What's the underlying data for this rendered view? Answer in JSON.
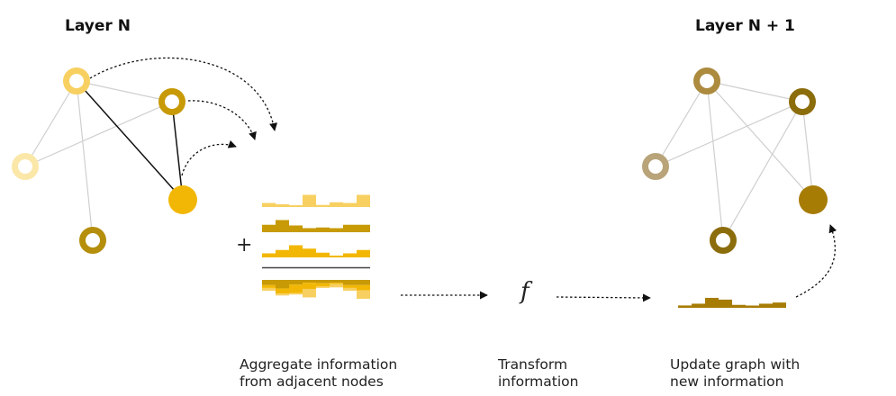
{
  "colors": {
    "light_yellow": "#FBE7A8",
    "pale_yellow": "#F7D061",
    "gold": "#F2B705",
    "dark_gold": "#C79A06",
    "mustard": "#B58E0B",
    "olive_tan": "#B9A47A",
    "khaki": "#AC8A3E",
    "olive_brown": "#8C6D0C",
    "bronze": "#A77C05",
    "edge_gray": "#CFCFCF",
    "edge_black": "#111111",
    "divider": "#444444"
  },
  "layer_n": {
    "title": "Layer N",
    "nodes": [
      {
        "id": "n1",
        "style": "ring",
        "color": "pale_yellow"
      },
      {
        "id": "n2",
        "style": "ring",
        "color": "dark_gold"
      },
      {
        "id": "n3",
        "style": "ring",
        "color": "light_yellow"
      },
      {
        "id": "n4",
        "style": "filled",
        "color": "gold"
      },
      {
        "id": "n5",
        "style": "ring",
        "color": "mustard"
      }
    ],
    "edges": [
      {
        "from": "n1",
        "to": "n2",
        "kind": "gray"
      },
      {
        "from": "n1",
        "to": "n3",
        "kind": "gray"
      },
      {
        "from": "n1",
        "to": "n5",
        "kind": "gray"
      },
      {
        "from": "n2",
        "to": "n3",
        "kind": "gray"
      },
      {
        "from": "n1",
        "to": "n4",
        "kind": "black"
      },
      {
        "from": "n2",
        "to": "n4",
        "kind": "black"
      }
    ]
  },
  "layer_n1": {
    "title": "Layer N + 1",
    "nodes": [
      {
        "id": "m1",
        "style": "ring",
        "color": "khaki"
      },
      {
        "id": "m2",
        "style": "ring",
        "color": "olive_brown"
      },
      {
        "id": "m3",
        "style": "ring",
        "color": "olive_tan"
      },
      {
        "id": "m4",
        "style": "filled",
        "color": "bronze"
      },
      {
        "id": "m5",
        "style": "ring",
        "color": "olive_brown"
      }
    ],
    "edges": [
      {
        "from": "m1",
        "to": "m2",
        "kind": "gray"
      },
      {
        "from": "m1",
        "to": "m3",
        "kind": "gray"
      },
      {
        "from": "m1",
        "to": "m4",
        "kind": "gray"
      },
      {
        "from": "m1",
        "to": "m5",
        "kind": "gray"
      },
      {
        "from": "m2",
        "to": "m3",
        "kind": "gray"
      },
      {
        "from": "m2",
        "to": "m4",
        "kind": "gray"
      },
      {
        "from": "m2",
        "to": "m5",
        "kind": "gray"
      }
    ]
  },
  "messages": {
    "plus": "+",
    "rows": [
      {
        "color": "pale_yellow",
        "values": [
          0.3,
          0.2,
          0.1,
          0.9,
          0.15,
          0.35,
          0.3,
          0.9
        ]
      },
      {
        "color": "dark_gold",
        "values": [
          0.55,
          0.9,
          0.5,
          0.3,
          0.35,
          0.3,
          0.55,
          0.55
        ]
      },
      {
        "color": "gold",
        "values": [
          0.3,
          0.55,
          0.9,
          0.65,
          0.35,
          0.1,
          0.3,
          0.55
        ]
      }
    ],
    "aggregate": [
      {
        "color": "dark_gold",
        "values": [
          0.55,
          0.9,
          0.5,
          0.3,
          0.35,
          0.3,
          0.55,
          0.55
        ]
      },
      {
        "color": "gold",
        "values": [
          0.3,
          0.55,
          0.9,
          0.65,
          0.35,
          0.1,
          0.3,
          0.55
        ]
      },
      {
        "color": "pale_yellow",
        "values": [
          0.3,
          0.2,
          0.1,
          0.9,
          0.15,
          0.35,
          0.3,
          0.9
        ]
      }
    ]
  },
  "transform": {
    "symbol": "f"
  },
  "output": {
    "color": "bronze",
    "values": [
      0.2,
      0.35,
      0.85,
      0.7,
      0.25,
      0.05,
      0.35,
      0.45
    ]
  },
  "captions": {
    "aggregate": [
      "Aggregate information",
      "from adjacent nodes"
    ],
    "transform": [
      "Transform",
      "information"
    ],
    "update": [
      "Update graph with",
      "new information"
    ]
  }
}
